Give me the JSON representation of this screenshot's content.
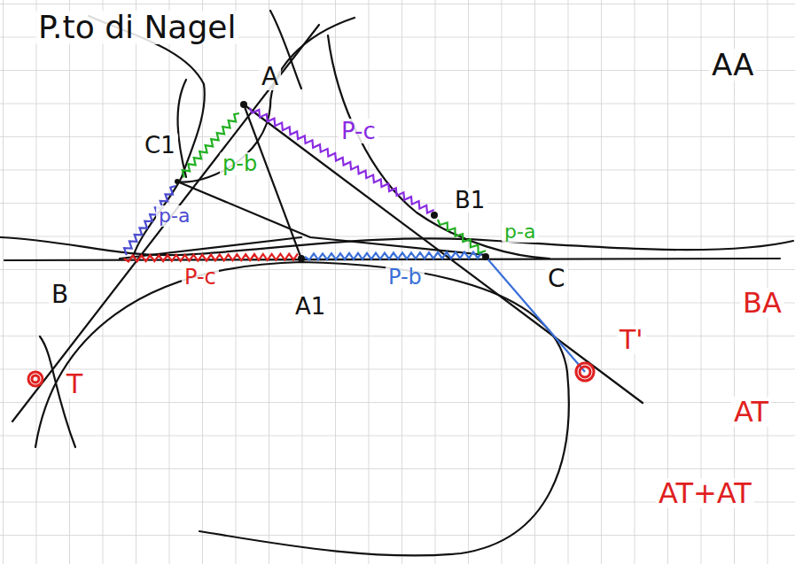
{
  "diagram": {
    "title": "P.to di Nagel",
    "labels": [
      "A",
      "C1",
      "B",
      "A1",
      "B1",
      "C",
      "T",
      "T'",
      "P-c",
      "p-b",
      "p-a",
      "P-c",
      "P-b",
      "p-a",
      "AA",
      "BA",
      "AT",
      "AT+AT"
    ]
  }
}
